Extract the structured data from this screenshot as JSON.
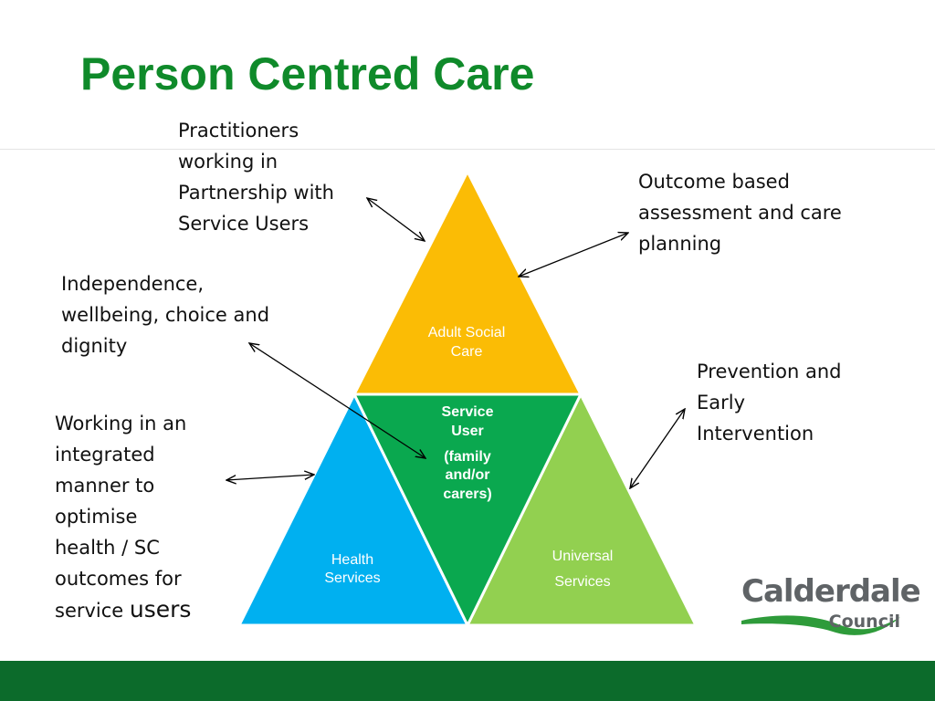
{
  "slide": {
    "title": "Person Centred Care",
    "colors": {
      "title": "#0f8a2a",
      "footer": "#0c6b2b",
      "adult_social_care": "#fbbc05",
      "service_user": "#0aa84f",
      "health_services": "#00b0f0",
      "universal_services": "#92d050"
    }
  },
  "triangles": {
    "top": {
      "line1": "Adult Social",
      "line2": "Care"
    },
    "center": {
      "line1": "Service",
      "line2": "User",
      "line3": "(family",
      "line4": "and/or",
      "line5": "carers)"
    },
    "left": {
      "line1": "Health",
      "line2": "Services"
    },
    "right": {
      "line1": "Universal",
      "line2": "Services"
    }
  },
  "labels": {
    "practitioners": [
      "Practitioners",
      "working in",
      "Partnership with",
      "Service Users"
    ],
    "outcome": [
      "Outcome based",
      "assessment and care",
      "planning"
    ],
    "independence": [
      "Independence,",
      "wellbeing, choice and",
      "dignity"
    ],
    "prevention": [
      "Prevention and",
      "Early",
      "Intervention"
    ],
    "integrated": [
      "Working in an",
      "integrated",
      "manner to",
      "optimise",
      "health / SC",
      "outcomes for"
    ],
    "integrated_last_small": "service ",
    "integrated_last_big": "users"
  },
  "logo": {
    "name": "Calderdale",
    "sub": "Council",
    "swoosh_color": "#2e9b3a"
  }
}
